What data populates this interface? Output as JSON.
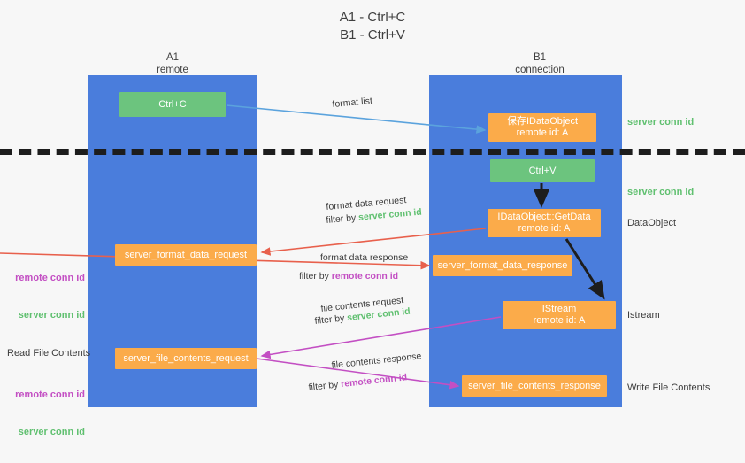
{
  "title": "A1 - Ctrl+C\nB1 - Ctrl+V",
  "lanes": [
    {
      "name": "A1",
      "sub": "remote",
      "header": "A1\nremote"
    },
    {
      "name": "B1",
      "sub": "connection",
      "header": "B1\nconnection"
    }
  ],
  "nodes": {
    "ctrl_c": "Ctrl+C",
    "idataobject": "保存IDataObject\nremote id: A",
    "ctrl_v": "Ctrl+V",
    "getdata": "IDataObject::GetData\nremote id: A",
    "format_data_request": "server_format_data_request",
    "format_data_response": "server_format_data_response",
    "istream": "IStream\nremote id: A",
    "file_contents_request": "server_file_contents_request",
    "file_contents_response": "server_file_contents_response"
  },
  "side_labels": {
    "server_conn_id_top": "server conn id",
    "server_conn_id_mid": "server conn id",
    "dataobject": "DataObject",
    "istream": "Istream",
    "write_file_contents": "Write File Contents",
    "read_file_contents": "Read File Contents",
    "remote_conn_id": "remote conn id",
    "server_conn_id": "server conn id"
  },
  "edges": {
    "format_list": "format list",
    "format_data_request": "format data request",
    "format_data_request_filter_prefix": "filter by ",
    "format_data_request_filter_value": "server conn id",
    "format_data_response": "format data response",
    "format_data_response_filter_prefix": "filter by ",
    "format_data_response_filter_value": "remote conn id",
    "file_contents_request": "file contents request",
    "file_contents_request_filter_prefix": "filter by ",
    "file_contents_request_filter_value": "server conn id",
    "file_contents_response": "file contents response",
    "file_contents_response_filter_prefix": "filter by ",
    "file_contents_response_filter_value": "remote conn id"
  },
  "colors": {
    "lane": "#4a7ddc",
    "green_node": "#6cc47e",
    "orange_node": "#fbab4a",
    "green_text": "#60c070",
    "magenta_text": "#c34fc3",
    "red_arrow": "#e8604c",
    "blue_arrow": "#5ba3dd",
    "magenta_arrow": "#c34fc3",
    "black_arrow": "#1d1d1d",
    "background": "#f7f7f7"
  }
}
